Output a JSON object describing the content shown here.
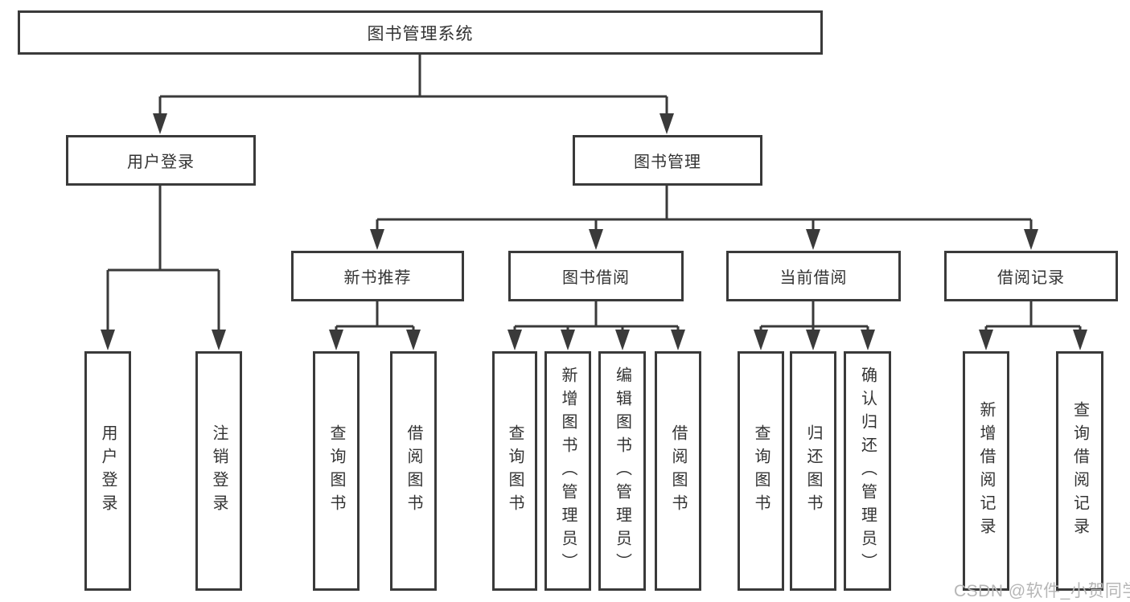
{
  "root": {
    "label": "图书管理系统"
  },
  "branches": [
    {
      "label": "用户登录",
      "children": [
        {
          "label": "用户登录"
        },
        {
          "label": "注销登录"
        }
      ]
    },
    {
      "label": "图书管理",
      "groups": [
        {
          "label": "新书推荐",
          "children": [
            {
              "label": "查询图书"
            },
            {
              "label": "借阅图书"
            }
          ]
        },
        {
          "label": "图书借阅",
          "children": [
            {
              "label": "查询图书"
            },
            {
              "label": "新增图书（管理员）"
            },
            {
              "label": "编辑图书（管理员）"
            },
            {
              "label": "借阅图书"
            }
          ]
        },
        {
          "label": "当前借阅",
          "children": [
            {
              "label": "查询图书"
            },
            {
              "label": "归还图书"
            },
            {
              "label": "确认归还（管理员）"
            }
          ]
        },
        {
          "label": "借阅记录",
          "children": [
            {
              "label": "新增借阅记录"
            },
            {
              "label": "查询借阅记录"
            }
          ]
        }
      ]
    }
  ],
  "watermark": {
    "label": "CSDN @软件_小贺同学"
  },
  "colors": {
    "line": "#3a3a3a",
    "text": "#333333",
    "watermark": "#b6b6b6",
    "background": "#ffffff"
  }
}
